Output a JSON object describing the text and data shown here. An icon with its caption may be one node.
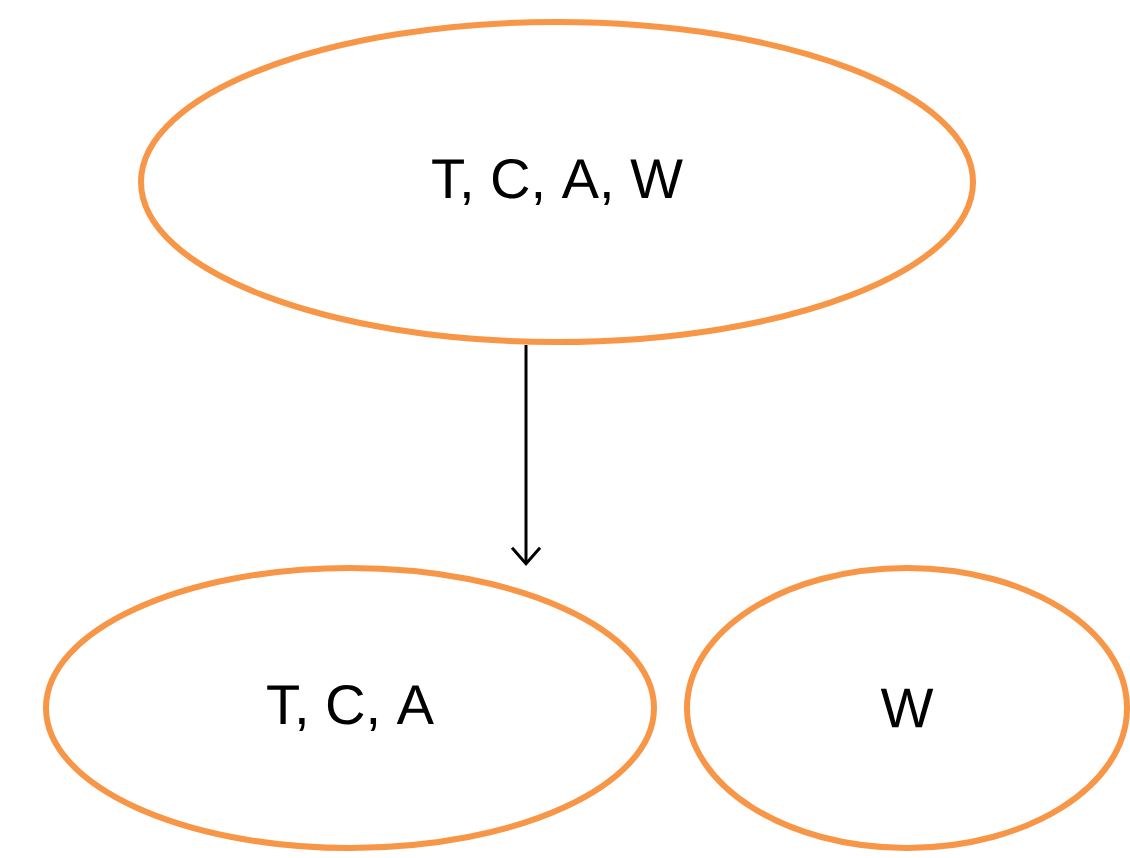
{
  "diagram": {
    "nodes": [
      {
        "text": [
          "T, C, A, W"
        ]
      },
      {
        "text": [
          "T, C, A"
        ]
      },
      {
        "text": [
          "W"
        ]
      }
    ],
    "edges": [
      {
        "from": 0,
        "to": 1,
        "arrow": "to"
      }
    ]
  }
}
